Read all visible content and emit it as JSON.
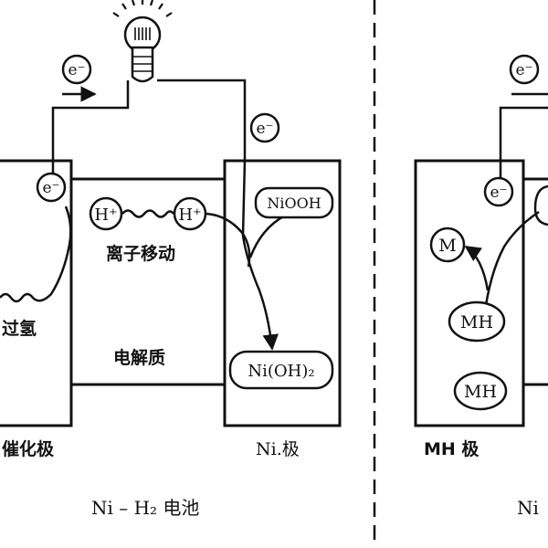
{
  "electron": "e⁻",
  "proton": "H⁺",
  "left_electrode_label": "催化极",
  "hydrogen_label": "过氢",
  "ion_migration_label": "离子移动",
  "electrolyte_label": "电解质",
  "ni_electrode_label": "Ni.极",
  "niooh": "NiOOH",
  "nioh2": "Ni(OH)₂",
  "left_caption": "Ni – H₂ 电池",
  "mh_electrode_label": "MH 极",
  "m": "M",
  "mh": "MH",
  "right_caption": "Ni",
  "colors": {
    "ink": "#111111",
    "paper": "#ffffff"
  }
}
